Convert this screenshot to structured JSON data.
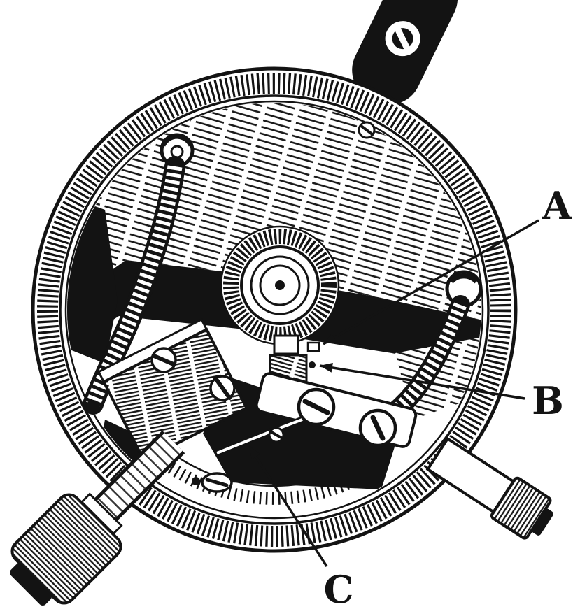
{
  "figure": {
    "labels": [
      {
        "id": "A",
        "text": "A"
      },
      {
        "id": "B",
        "text": "B"
      },
      {
        "id": "C",
        "text": "C"
      }
    ],
    "colors": {
      "ink": "#131313",
      "paper": "#ffffff"
    }
  }
}
